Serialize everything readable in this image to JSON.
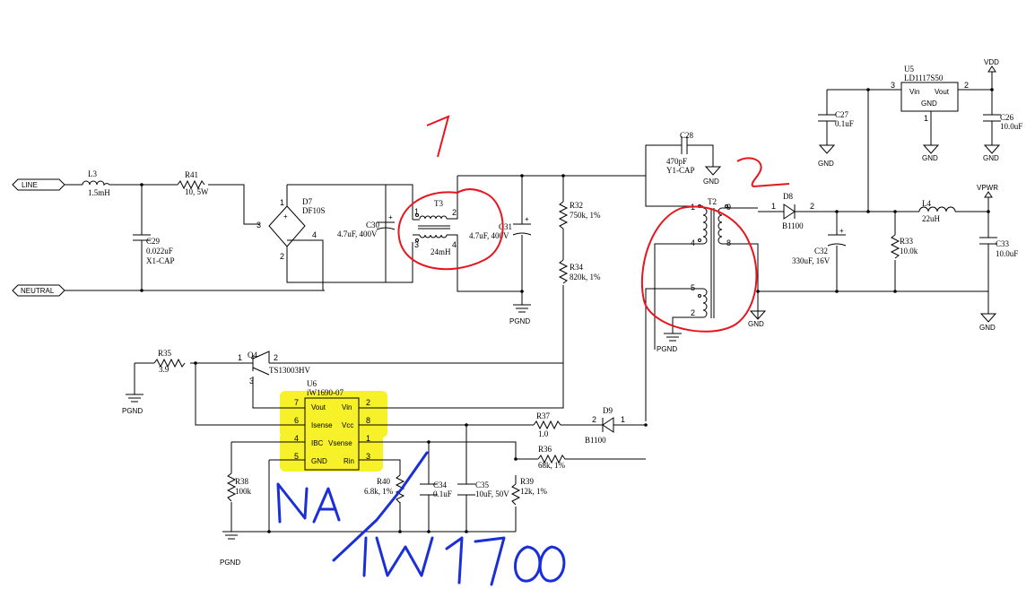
{
  "connectors": {
    "line": "LINE",
    "neutral": "NEUTRAL"
  },
  "components": {
    "L3": {
      "ref": "L3",
      "value": "1.5mH"
    },
    "R41": {
      "ref": "R41",
      "value": "10, 5W"
    },
    "C29": {
      "ref": "C29",
      "value": "0.022uF",
      "type": "X1-CAP"
    },
    "D7": {
      "ref": "D7",
      "value": "DF10S"
    },
    "C30": {
      "ref": "C30",
      "value": "4.7uF, 400V"
    },
    "T3": {
      "ref": "T3",
      "value": "24mH"
    },
    "C31": {
      "ref": "C31",
      "value": "4.7uF, 400V"
    },
    "R32": {
      "ref": "R32",
      "value": "750k, 1%"
    },
    "R34": {
      "ref": "R34",
      "value": "820k, 1%"
    },
    "C28": {
      "ref": "C28",
      "value": "470pF",
      "type": "Y1-CAP"
    },
    "T2": {
      "ref": "T2"
    },
    "D8": {
      "ref": "D8",
      "value": "B1100"
    },
    "C32": {
      "ref": "C32",
      "value": "330uF, 16V"
    },
    "R33": {
      "ref": "R33",
      "value": "10.0k"
    },
    "L4": {
      "ref": "L4",
      "value": "22uH"
    },
    "C33": {
      "ref": "C33",
      "value": "10.0uF"
    },
    "U5": {
      "ref": "U5",
      "value": "LD1117S50",
      "pin_vin": "Vin",
      "pin_vout": "Vout",
      "pin_gnd": "GND"
    },
    "C27": {
      "ref": "C27",
      "value": "0.1uF"
    },
    "C26": {
      "ref": "C26",
      "value": "10.0uF"
    },
    "R35": {
      "ref": "R35",
      "value": "3.9"
    },
    "Q4": {
      "ref": "Q4",
      "value": "TS13003HV"
    },
    "U6": {
      "ref": "U6",
      "value": "iW1690-07",
      "pins_left": [
        "Vout",
        "Isense",
        "IBC",
        "GND"
      ],
      "pins_right": [
        "Vin",
        "Vcc",
        "Vsense",
        "Rin"
      ]
    },
    "R37": {
      "ref": "R37",
      "value": "1.0"
    },
    "D9": {
      "ref": "D9",
      "value": "B1100"
    },
    "R36": {
      "ref": "R36",
      "value": "68k, 1%"
    },
    "R38": {
      "ref": "R38",
      "value": "100k"
    },
    "R40": {
      "ref": "R40",
      "value": "6.8k, 1%"
    },
    "C34": {
      "ref": "C34",
      "value": "0.1uF"
    },
    "C35": {
      "ref": "C35",
      "value": "10uF, 50V"
    },
    "R39": {
      "ref": "R39",
      "value": "12k, 1%"
    }
  },
  "pin_numbers": {
    "d7": [
      "1",
      "2",
      "3",
      "4"
    ],
    "t3": [
      "1",
      "2",
      "3",
      "4"
    ],
    "t2": [
      "1",
      "9",
      "4",
      "8",
      "5",
      "2"
    ],
    "d8": [
      "1",
      "2"
    ],
    "u5": [
      "3",
      "2",
      "1"
    ],
    "u6_left": [
      "7",
      "6",
      "4",
      "5"
    ],
    "u6_right": [
      "2",
      "8",
      "1",
      "3"
    ],
    "q4": [
      "1",
      "2",
      "3"
    ],
    "d9": [
      "2",
      "1"
    ]
  },
  "nets": {
    "pgnd": "PGND",
    "gnd": "GND",
    "vdd": "VDD",
    "vpwr": "VPWR"
  },
  "annotations": {
    "red_label_1": "1",
    "red_label_2": "2",
    "handwritten_na": "NA",
    "handwritten_part": "iW1700"
  },
  "colors": {
    "highlight": "#f7f12a",
    "red_ink": "#e8141e",
    "blue_ink": "#1a2fd8",
    "wire": "#000000"
  }
}
